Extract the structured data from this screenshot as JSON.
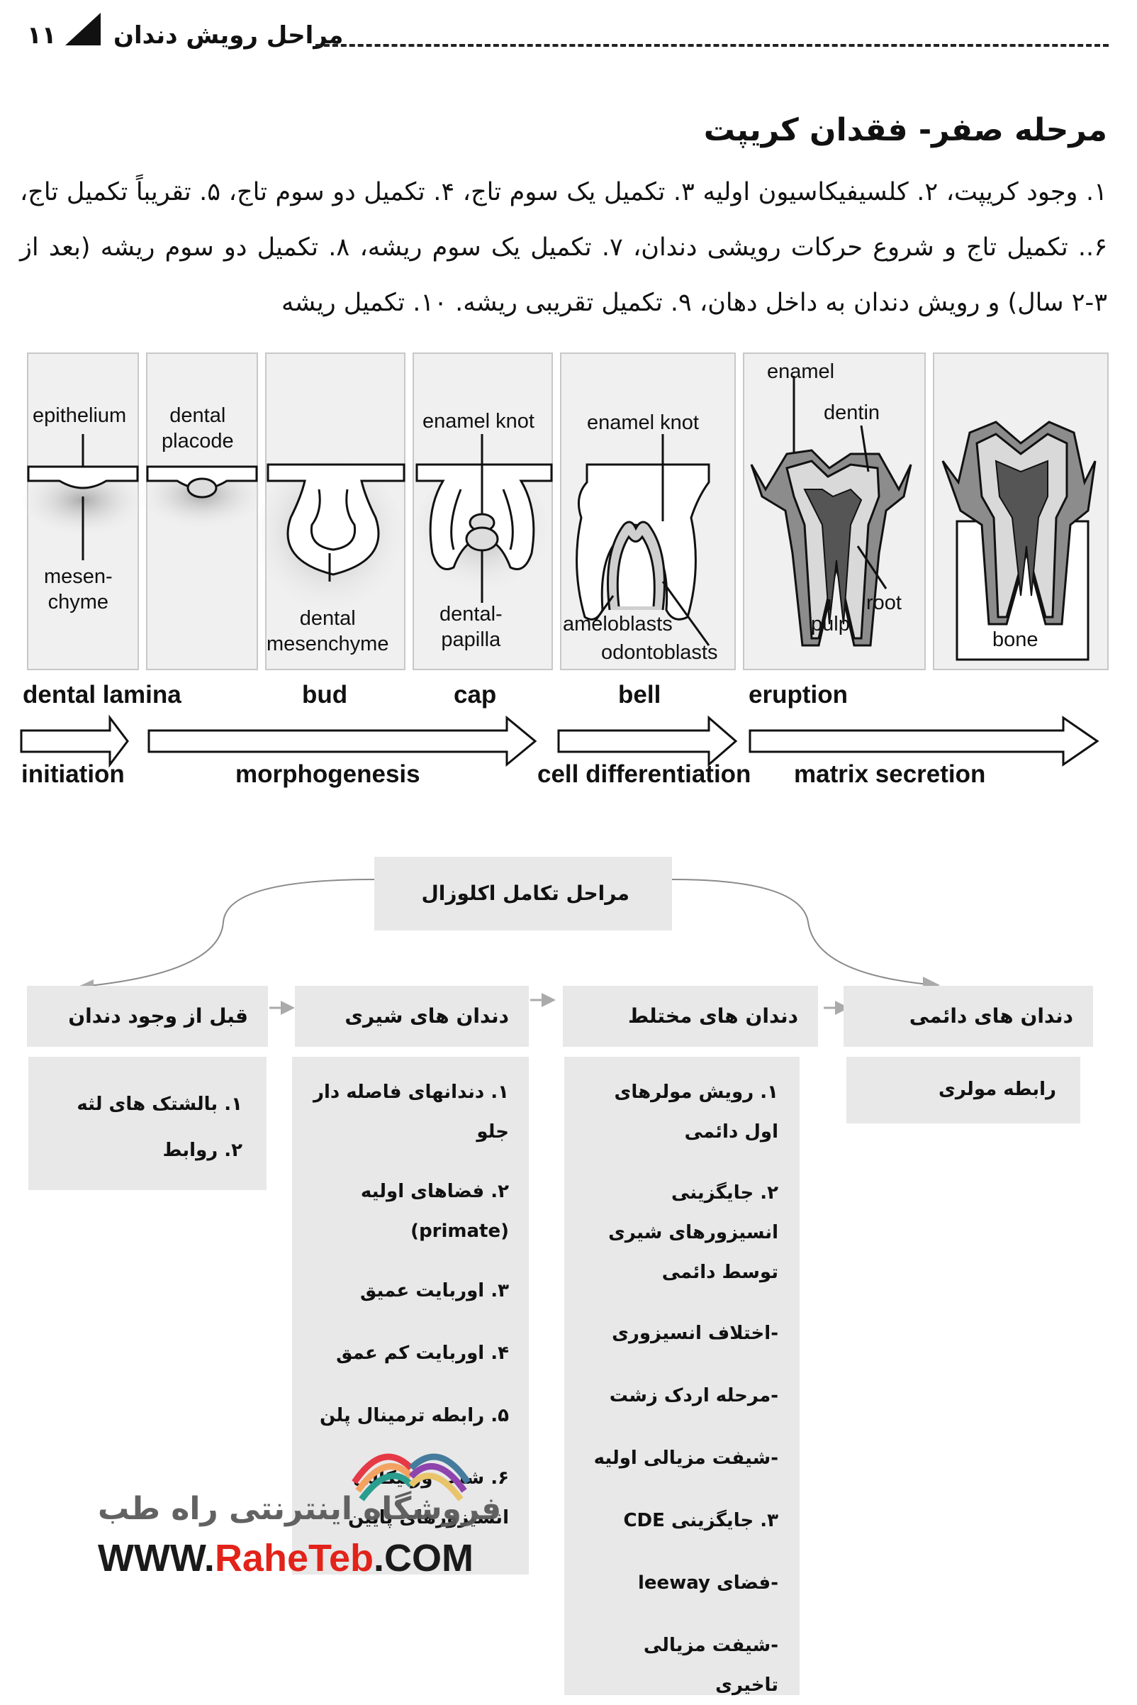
{
  "header": {
    "page_number": "۱۱",
    "title": "مراحل رویش دندان"
  },
  "section": {
    "title": "مرحله صفر- فقدان کریپت",
    "paragraph": "۱. وجود کریپت، ۲. کلسیفیکاسیون اولیه ۳. تکمیل یک سوم تاج، ۴. تکمیل دو سوم تاج، ۵. تقریباً تکمیل تاج، ۶.. تکمیل تاج و شروع حرکات رویشی دندان، ۷. تکمیل یک سوم ریشه، ۸. تکمیل دو سوم ریشه (بعد از ۳-۲ سال) و رویش دندان به داخل دهان، ۹. تکمیل تقریبی ریشه. ۱۰. تکمیل ریشه"
  },
  "figure": {
    "labels": {
      "epithelium": "epithelium",
      "mesenchyme": "mesen-\nchyme",
      "dental_placode": "dental\nplacode",
      "dental_mesenchyme": "dental\nmesenchyme",
      "enamel_knot_1": "enamel knot",
      "dental_papilla": "dental-\npapilla",
      "enamel_knot_2": "enamel knot",
      "ameloblasts": "ameloblasts",
      "odontoblasts": "odontoblasts",
      "enamel": "enamel",
      "dentin": "dentin",
      "root": "root",
      "pulp": "pulp",
      "bone": "bone"
    },
    "stages": {
      "dental_lamina": "dental lamina",
      "bud": "bud",
      "cap": "cap",
      "bell": "bell",
      "eruption": "eruption"
    },
    "phases": {
      "initiation": "initiation",
      "morphogenesis": "morphogenesis",
      "cell_differentiation": "cell differentiation",
      "matrix_secretion": "matrix secretion"
    }
  },
  "flow": {
    "root_label": "مراحل تکامل اکلوزال",
    "columns": [
      {
        "title": "قبل از وجود دندان",
        "items": [
          "۱. بالشتک های لثه",
          "۲. روابط"
        ]
      },
      {
        "title": "دندان های شیری",
        "items": [
          "۱. دندانهای فاصله دار جلو",
          "۲. فضاهای اولیه (primate)",
          "۳. اوربایت عمیق",
          "۴. اوربایت کم عمق",
          "۵. رابطه ترمینال پلن",
          "۶. شیب ورتیکالی",
          "انسیزورهای پایین"
        ]
      },
      {
        "title": "دندان های مختلط",
        "items": [
          "۱. رویش مولرهای اول دائمی",
          "۲. جایگزینی انسیزورهای شیری توسط دائمی",
          "-اختلاف انسیزوری",
          "-مرحله اردک زشت",
          "-شیفت مزیالی اولیه",
          "۳. جایگزینی CDE",
          "-فضای leeway",
          "-شیفت مزیالی تاخیری"
        ]
      },
      {
        "title": "دندان های دائمی",
        "items": [
          "رابطه مولری"
        ]
      }
    ]
  },
  "watermark": {
    "text": "فروشگاه اینترنتی راه طب",
    "url_prefix": "WWW.",
    "url_brand": "RaheTeb",
    "url_suffix": ".COM"
  },
  "colors": {
    "box_fill": "#e8e8e8",
    "panel_fill": "#f0f0f0",
    "watermark_red": "#e2231a"
  }
}
